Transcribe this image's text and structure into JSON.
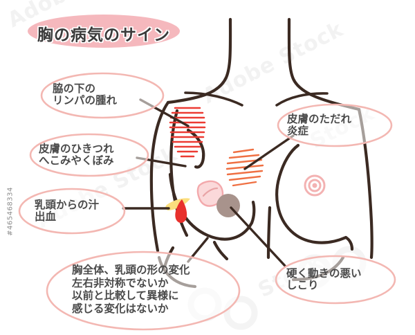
{
  "title": {
    "text": "胸の病気のサイン"
  },
  "watermark": {
    "brand": "Adobe Stock",
    "asset_id": "#465468334"
  },
  "colors": {
    "title_banner": "#f5b8bd",
    "callout_outline": "#f3b7b2",
    "body_outline": "#3b2a22",
    "lymph_patch": "#ec3b33",
    "inflammation_patch": "#ef7043",
    "nipple_pink": "#fbd9da",
    "lump_brown": "#a8938c",
    "discharge_yellow": "#fbdf7e",
    "blood_red": "#e8302c",
    "text": "#4a4a4a"
  },
  "callouts": [
    {
      "id": "lymph-swelling",
      "lines": [
        "脇の下の",
        "リンパの腫れ"
      ],
      "marker": "armpit-hatched-patch"
    },
    {
      "id": "skin-dimpling",
      "lines": [
        "皮膚のひきつれ",
        "へこみやくぼみ"
      ],
      "marker": "breast-dimple-curve"
    },
    {
      "id": "nipple-discharge",
      "lines": [
        "乳頭からの汁",
        "出血"
      ],
      "marker": "discharge-droplets"
    },
    {
      "id": "skin-inflammation",
      "lines": [
        "皮膚のただれ",
        "炎症"
      ],
      "marker": "inflammation-hatched-patch"
    },
    {
      "id": "shape-change",
      "lines": [
        "胸全体、乳頭の形の変化",
        "左右非対称でないか",
        "以前と比較して異様に",
        "感じる変化はないか"
      ],
      "marker": "deformed-nipple"
    },
    {
      "id": "hard-lump",
      "lines": [
        "硬く動きの悪い",
        "しこり"
      ],
      "marker": "lump-circle"
    }
  ],
  "illustration": {
    "subject": "female-torso-outline",
    "markers": [
      "armpit-hatched-patch",
      "inflammation-hatched-patch",
      "deformed-nipple",
      "normal-nipple",
      "lump-circle",
      "discharge-droplets"
    ]
  }
}
